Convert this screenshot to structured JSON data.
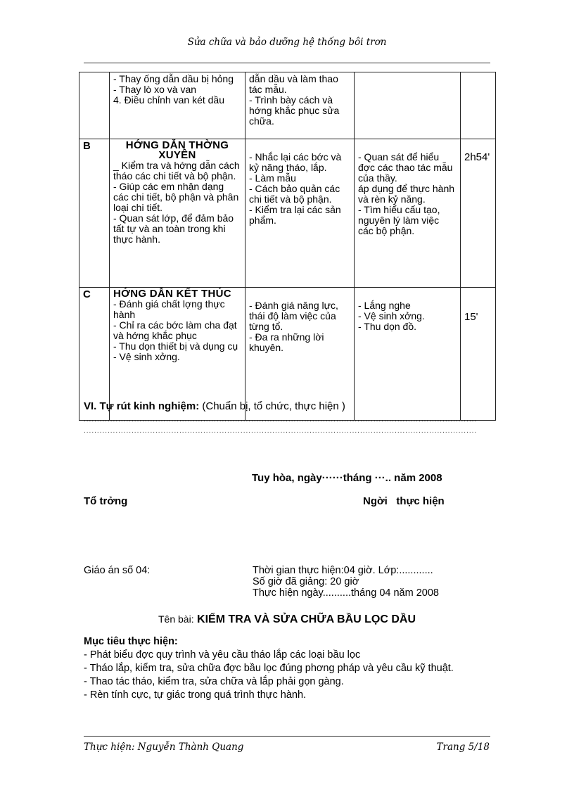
{
  "header": {
    "running_title": "Sửa chữa và bảo dưỡng hệ thống bôi trơn"
  },
  "table": {
    "rows": [
      {
        "label": "",
        "col1": [
          "- Thay ống dẫn dầu bị hỏng",
          "- Thay lò xo và van",
          "4.  Điều chỉnh van két dầu"
        ],
        "col2": [
          "dẫn dầu và làm thao tác mẫu.",
          "- Trình bày cách và hớng   khắc phục sửa chữa."
        ],
        "col3": [],
        "time": ""
      },
      {
        "label": "B",
        "title": "HỚNG   DẪN THỜNG XUYÊN",
        "col1": [
          "_ Kiểm tra và hớng   dẫn cách tháo các chi tiết và bộ phận.",
          "- Giúp các em nhận dạng các chi tiết, bộ phận và phân loại chi tiết.",
          "- Quan sát lớp, để đảm bảo tất tự và an toàn trong khi thực hành."
        ],
        "col2": [
          "- Nhắc lại các bớc và kỷ năng tháo, lắp.",
          "- Làm mẫu",
          "- Cách bảo quản các chi tiết và bộ phận.",
          "- Kiểm tra lại các sản phẩm."
        ],
        "col3": [
          "- Quan sát để hiểu đợc   các thao tác mẫu của thầy.",
          "áp dụng để thực hành và rèn kỷ năng.",
          "- Tìm hiểu cấu tạo, nguyên lý làm việc các bộ phận."
        ],
        "time": "2h54'"
      },
      {
        "label": "C",
        "title": "HỚNG   DẪN KẾT THÚC",
        "col1": [
          "- Đánh giá chất lợng thực hành",
          "- Chỉ ra các bớc   làm cha   đạt và hớng   khắc phục",
          "- Thu dọn thiết bị và dụng cụ",
          "- Vệ sinh xởng."
        ],
        "col2": [
          "- Đánh giá năng lực, thái độ làm việc của từng tổ.",
          "- Đa   ra những lời khuyên."
        ],
        "col3": [
          "- Lắng nghe",
          "- Vệ sinh xởng.",
          "- Thu dọn đồ."
        ],
        "time": "15'"
      }
    ]
  },
  "experience": {
    "heading": "VI. Tự rút kinh nghiệm:",
    "subheading": "(Chuẩn bị, tổ chức, thực hiện )",
    "dotline": "......................................................................................................................................................................................................................"
  },
  "signature": {
    "place_date": "Tuy hòa, ngày······tháng ···.. năm 2008",
    "left_role": "Tổ trởng",
    "right_role": "Ngời   thực hiện"
  },
  "plan": {
    "number": "Giáo án số 04:",
    "lines": [
      "Thời gian thực hiện:04 giờ. Lớp:............",
      "Số giờ đã giảng: 20 giờ",
      "Thực hiện ngày..........tháng  04 năm 2008"
    ]
  },
  "lesson": {
    "label": "Tên bài:",
    "title": "KIỂM TRA VÀ SỬA CHỮA BẦU LỌC DẦU"
  },
  "objectives": {
    "heading": "Mục tiêu thực hiện:",
    "items": [
      "- Phát biểu đợc   quy trình và yêu cầu tháo lắp các loại bầu lọc",
      "- Tháo lắp, kiểm tra, sửa chữa đợc   bầu lọc đúng phơng   pháp và yêu cầu kỹ thuật.",
      "- Thao tác tháo, kiểm tra, sửa chữa và lắp phải gọn gàng.",
      "- Rèn tính cực, tự giác trong quá trình thực hành."
    ]
  },
  "footer": {
    "author": "Thực hiện: Nguyễn Thành Quang",
    "page": "Trang 5/18"
  }
}
